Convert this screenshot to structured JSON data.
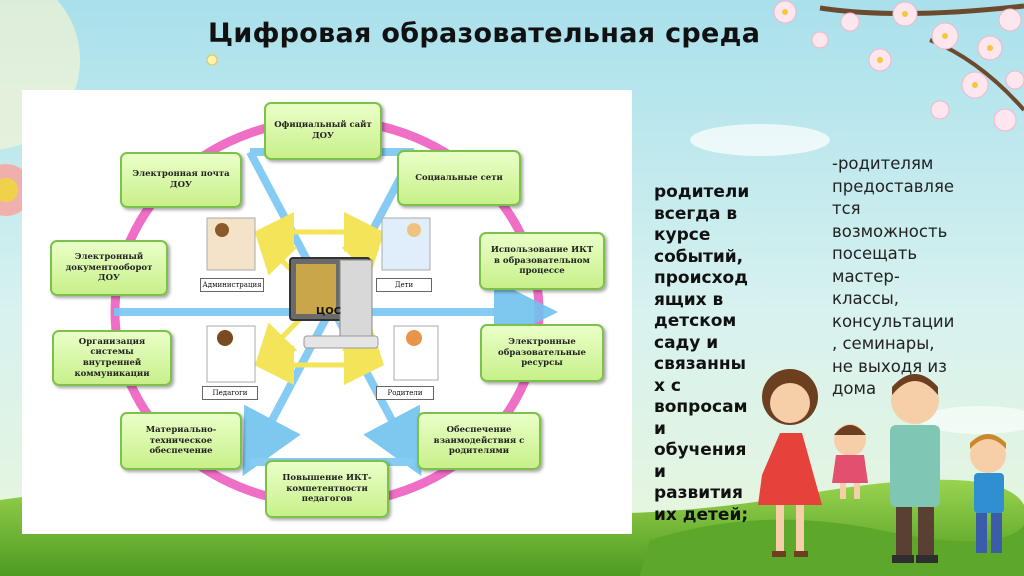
{
  "title": "Цифровая образовательная  среда",
  "diagram": {
    "center_label": "ЦОС",
    "nodes": [
      "Официальный сайт\nДОУ",
      "Электронная почта\nДОУ",
      "Социальные сети",
      "Электронный\nдокументооборот\nДОУ",
      "Использование ИКТ\nв образовательном\nпроцессе",
      "Организация системы\nвнутренней\nкоммуникации",
      "Электронные\nобразовательные\nресурсы",
      "Материально-\nтехническое\nобеспечение",
      "Обеспечение\nвзаимодействия с\nродителями",
      "Повышение ИКТ-\nкомпетентности\nпедагогов"
    ],
    "participants": [
      "Администрация",
      "Дети",
      "Педагоги",
      "Родители"
    ]
  },
  "middle_text": "родители\nвсегда в\nкурсе\nсобытий,\nпроисход\nящих в\nдетском\nсаду и\nсвязанны\nх с\nвопросам\nи\nобучения\nи\nразвития\nих детей;",
  "right_text": "-родителям\nпредоставляе\nтся\nвозможность\nпосещать\nмастер-\nклассы,\nконсультации\n, семинары,\n не выходя из\nдома"
}
